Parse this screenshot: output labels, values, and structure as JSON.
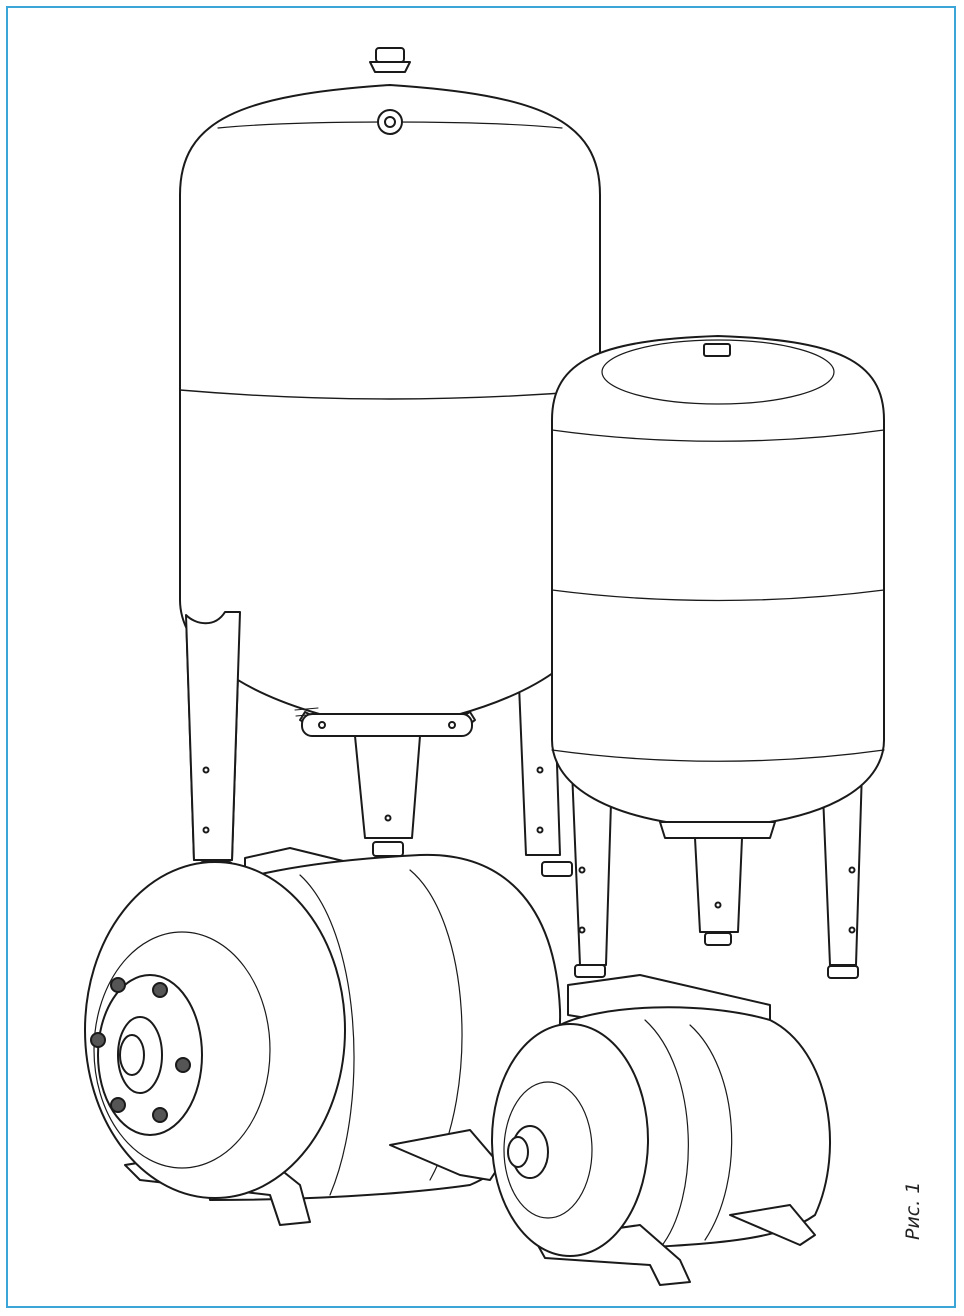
{
  "figure": {
    "caption": "Рис. 1"
  },
  "colors": {
    "frame": "#3aa6d8",
    "line": "#1a1a1a",
    "fill": "#ffffff"
  },
  "objects": [
    {
      "name": "large-vertical-tank"
    },
    {
      "name": "medium-vertical-tank"
    },
    {
      "name": "large-horizontal-tank"
    },
    {
      "name": "small-horizontal-tank"
    }
  ]
}
